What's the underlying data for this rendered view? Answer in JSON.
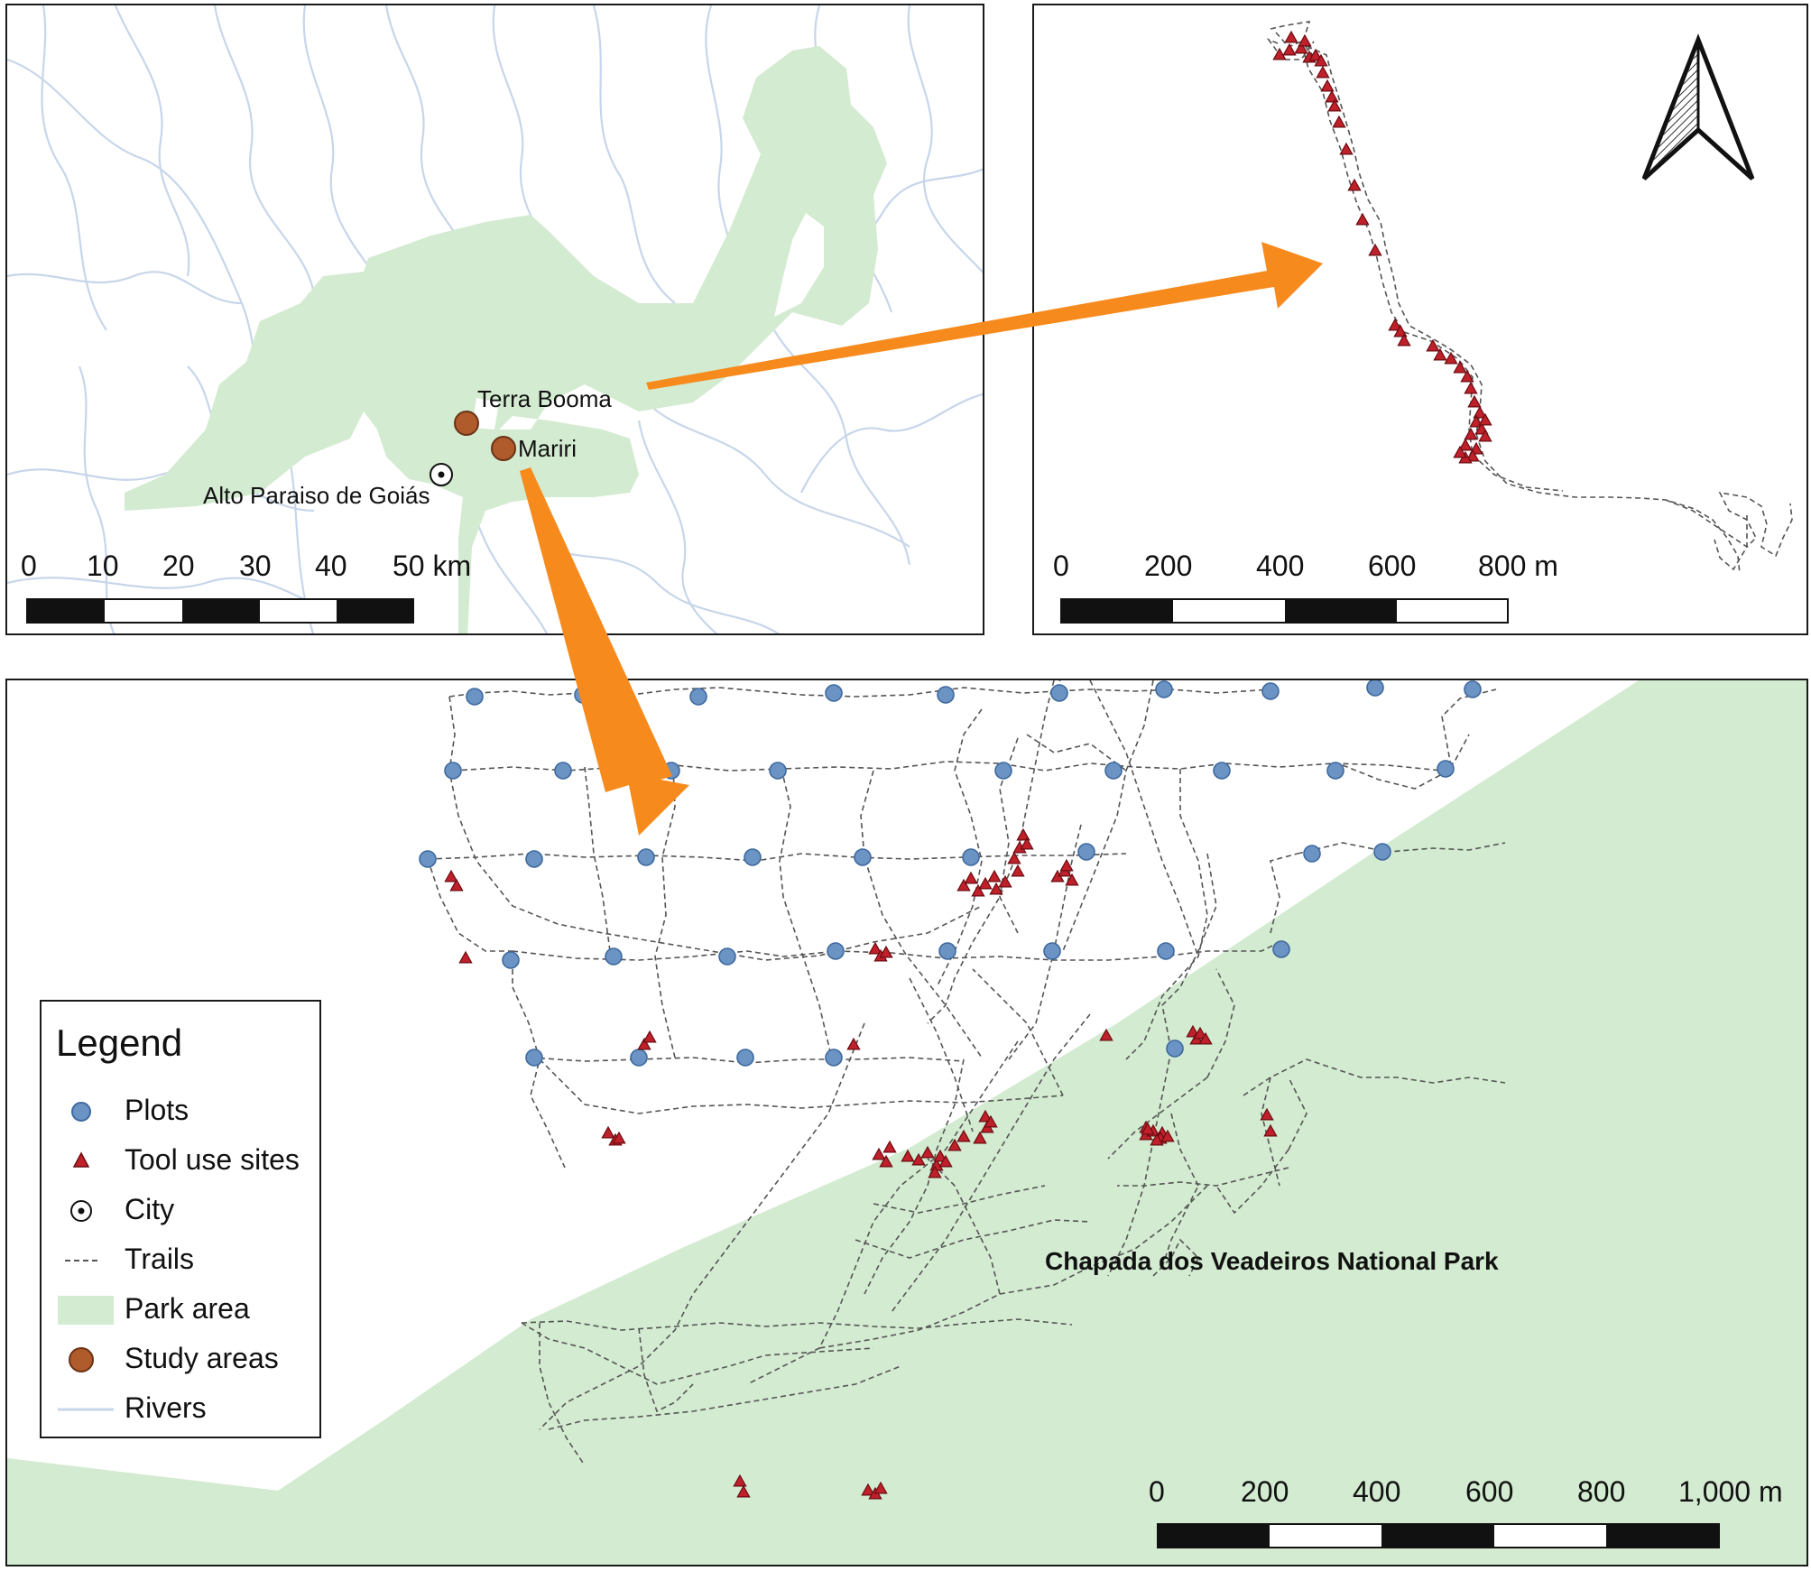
{
  "colors": {
    "park": "#d3ebd0",
    "river": "#c7d6ea",
    "plot": "#6b93c4",
    "plot_edge": "#3f6a9e",
    "tool": "#c0202a",
    "tool_edge": "#6a0d12",
    "study": "#b05b2c",
    "arrow": "#f78a1d",
    "trail": "#555555"
  },
  "overview": {
    "labels": {
      "terra_booma": "Terra Booma",
      "mariri": "Mariri",
      "city": "Alto Paraiso de Goiás"
    },
    "scalebar": {
      "ticks": [
        "0",
        "10",
        "20",
        "30",
        "40",
        "50 km"
      ]
    }
  },
  "terra_booma": {
    "scalebar": {
      "ticks": [
        "0",
        "200",
        "400",
        "600",
        "800 m"
      ]
    }
  },
  "mariri": {
    "park_label": "Chapada dos Veadeiros National Park",
    "scalebar": {
      "ticks": [
        "0",
        "200",
        "400",
        "600",
        "800",
        "1,000 m"
      ]
    }
  },
  "legend": {
    "title": "Legend",
    "items": [
      {
        "symbol": "plot",
        "label": "Plots"
      },
      {
        "symbol": "tool",
        "label": "Tool use sites"
      },
      {
        "symbol": "city",
        "label": "City"
      },
      {
        "symbol": "trail",
        "label": "Trails"
      },
      {
        "symbol": "park",
        "label": "Park area"
      },
      {
        "symbol": "study",
        "label": "Study areas"
      },
      {
        "symbol": "river",
        "label": "Rivers"
      }
    ]
  }
}
